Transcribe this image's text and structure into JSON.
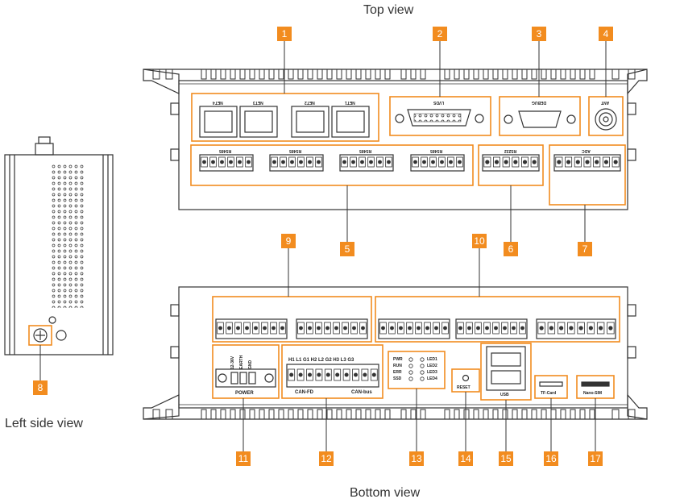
{
  "views": {
    "top": "Top view",
    "left": "Left side view",
    "bottom": "Bottom view"
  },
  "accent": "#f28c1f",
  "callouts": [
    "1",
    "2",
    "3",
    "4",
    "5",
    "6",
    "7",
    "8",
    "9",
    "10",
    "11",
    "12",
    "13",
    "14",
    "15",
    "16",
    "17"
  ],
  "top_labels": {
    "net4": "NET4",
    "net3": "NET3",
    "net2": "NET2",
    "net1": "NET1",
    "lvds": "LVDS",
    "debug": "DEBUG",
    "ant": "ANT",
    "rs485_a": "RS485",
    "rs485_b": "RS485",
    "rs485_c": "RS485",
    "rs485_d": "RS485",
    "rs232": "RS232",
    "adc": "ADC"
  },
  "bottom_labels": {
    "power": "POWER",
    "power_pins": [
      "12-36V",
      "EARTH",
      "GND"
    ],
    "can_pins": "H1 L1 G1 H2 L2 G2     H3 L3 G3",
    "canfd": "CAN-FD",
    "canbus": "CAN-bus",
    "leds_left": [
      "PWR",
      "RUN",
      "ERR",
      "SSD"
    ],
    "leds_right": [
      "LED1",
      "LED2",
      "LED3",
      "LED4"
    ],
    "reset": "RESET",
    "usb": "USB",
    "tf": "TF-Card",
    "sim": "Nano-SIM"
  }
}
